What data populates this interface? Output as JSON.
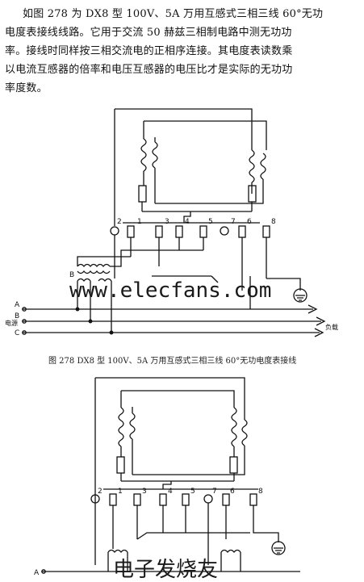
{
  "paragraph": {
    "lines": [
      "如图 278 为 DX8 型 100V、5A 万用互感式三相三线 60°无功",
      "电度表接线线路。它用于交流 50 赫兹三相制电路中测无功功",
      "率。接线时同样按三相交流电的正相序连接。其电度表读数乘",
      "以电流互感器的倍率和电压互感器的电压比才是实际的无功功",
      "率度数。"
    ]
  },
  "figure1": {
    "terminals": [
      "2",
      "1",
      "3",
      "4",
      "5",
      "7",
      "6",
      "8"
    ],
    "phase_labels": [
      "A",
      "B",
      "C"
    ],
    "left_side_label": "电源",
    "right_side_label": "负载",
    "ct_label": "B",
    "caption": "图  278   DX8 型 100V、5A 万用互感式三相三线 60°无功电度表接线",
    "watermark": "www.elecfans.com"
  },
  "figure2": {
    "terminals": [
      "2",
      "1",
      "3",
      "4",
      "5",
      "7",
      "6",
      "8"
    ],
    "phase_label": "A",
    "watermark": "电子发烧友"
  },
  "colors": {
    "ink": "#111111",
    "paper": "#ffffff"
  }
}
